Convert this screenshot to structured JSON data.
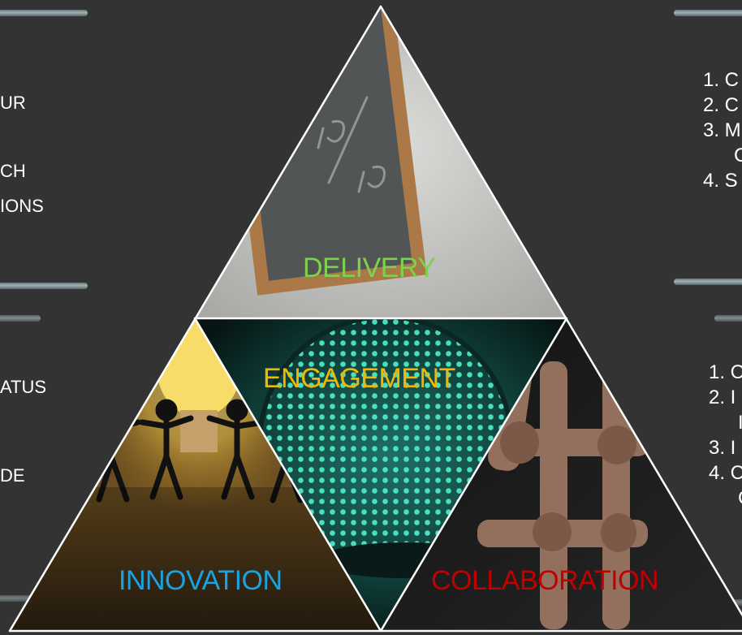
{
  "left_panel": {
    "fragments": [
      "UR",
      "CH",
      "IONS",
      "ATUS",
      "DE"
    ]
  },
  "right_panel": {
    "top_list": [
      "1. C",
      "2. C",
      "3. M",
      "C",
      "4. S"
    ],
    "bottom_list": [
      "1. C",
      "2. I",
      "I",
      "3. I",
      "4. C",
      "C"
    ]
  },
  "triangles": {
    "delivery": {
      "label": "DELIVERY",
      "color": "#7ed24a",
      "image": "chalkboard-score"
    },
    "engagement": {
      "label": "ENGAGEMENT",
      "color": "#f2b705",
      "image": "green-traffic-light"
    },
    "innovation": {
      "label": "INNOVATION",
      "color": "#1aa3e0",
      "image": "lightbulb-paper-people"
    },
    "collaboration": {
      "label": "COLLABORATION",
      "color": "#c10000",
      "image": "linked-arms"
    }
  },
  "chalkboard_score": {
    "top": "10",
    "bottom": "10"
  }
}
